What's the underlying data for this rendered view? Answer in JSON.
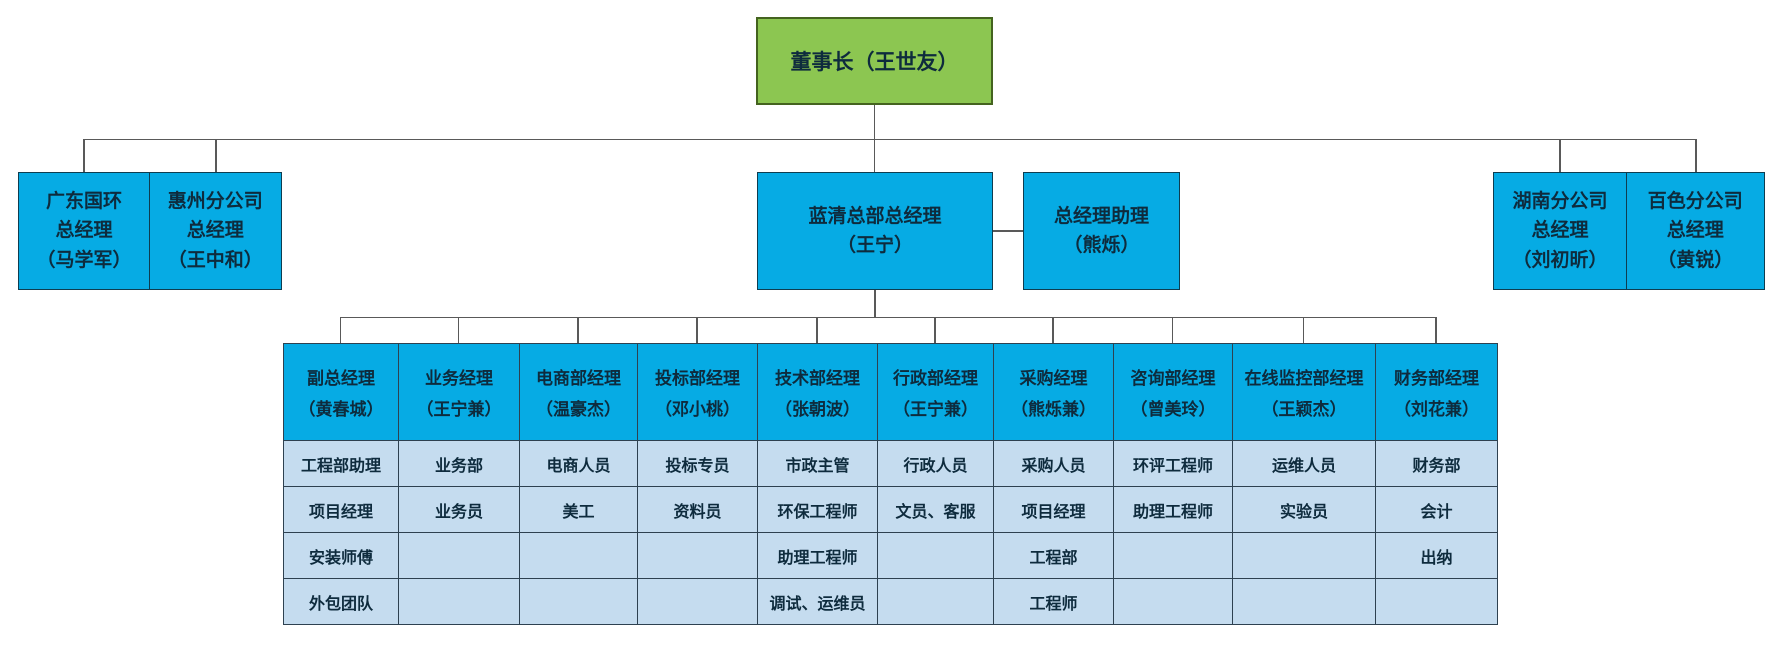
{
  "colors": {
    "chairman_fill": "#8CC651",
    "chairman_border": "#44631F",
    "node_fill": "#06ABE4",
    "node_border": "#0E3D50",
    "cell_fill": "#C5DCEF",
    "grid_border": "#2E4150",
    "line_color": "#595959",
    "text_color": "#0E2B3D",
    "background": "#FFFFFF"
  },
  "chairman": {
    "label": "董事长（王世友）"
  },
  "level2": [
    {
      "label": "广东国环\n总经理\n（马学军）"
    },
    {
      "label": "惠州分公司\n总经理\n（王中和）"
    },
    {
      "label": "蓝清总部总经理\n（王宁）"
    },
    {
      "label": "总经理助理\n（熊烁）"
    },
    {
      "label": "湖南分公司\n总经理\n（刘初昕）"
    },
    {
      "label": "百色分公司\n总经理\n（黄锐）"
    }
  ],
  "table": {
    "columns": [
      {
        "title": "副总经理",
        "manager": "（黄春城）",
        "cells": [
          "工程部助理",
          "项目经理",
          "安装师傅",
          "外包团队"
        ]
      },
      {
        "title": "业务经理",
        "manager": "（王宁兼）",
        "cells": [
          "业务部",
          "业务员",
          "",
          ""
        ]
      },
      {
        "title": "电商部经理",
        "manager": "（温豪杰）",
        "cells": [
          "电商人员",
          "美工",
          "",
          ""
        ]
      },
      {
        "title": "投标部经理",
        "manager": "（邓小桃）",
        "cells": [
          "投标专员",
          "资料员",
          "",
          ""
        ]
      },
      {
        "title": "技术部经理",
        "manager": "（张朝波）",
        "cells": [
          "市政主管",
          "环保工程师",
          "助理工程师",
          "调试、运维员"
        ]
      },
      {
        "title": "行政部经理",
        "manager": "（王宁兼）",
        "cells": [
          "行政人员",
          "文员、客服",
          "",
          ""
        ]
      },
      {
        "title": "采购经理",
        "manager": "（熊烁兼）",
        "cells": [
          "采购人员",
          "项目经理",
          "工程部",
          "工程师"
        ]
      },
      {
        "title": "咨询部经理",
        "manager": "（曾美玲）",
        "cells": [
          "环评工程师",
          "助理工程师",
          "",
          ""
        ]
      },
      {
        "title": "在线监控部经理",
        "manager": "（王颖杰）",
        "cells": [
          "运维人员",
          "实验员",
          "",
          ""
        ]
      },
      {
        "title": "财务部经理",
        "manager": "（刘花兼）",
        "cells": [
          "财务部",
          "会计",
          "出纳",
          ""
        ]
      }
    ]
  }
}
